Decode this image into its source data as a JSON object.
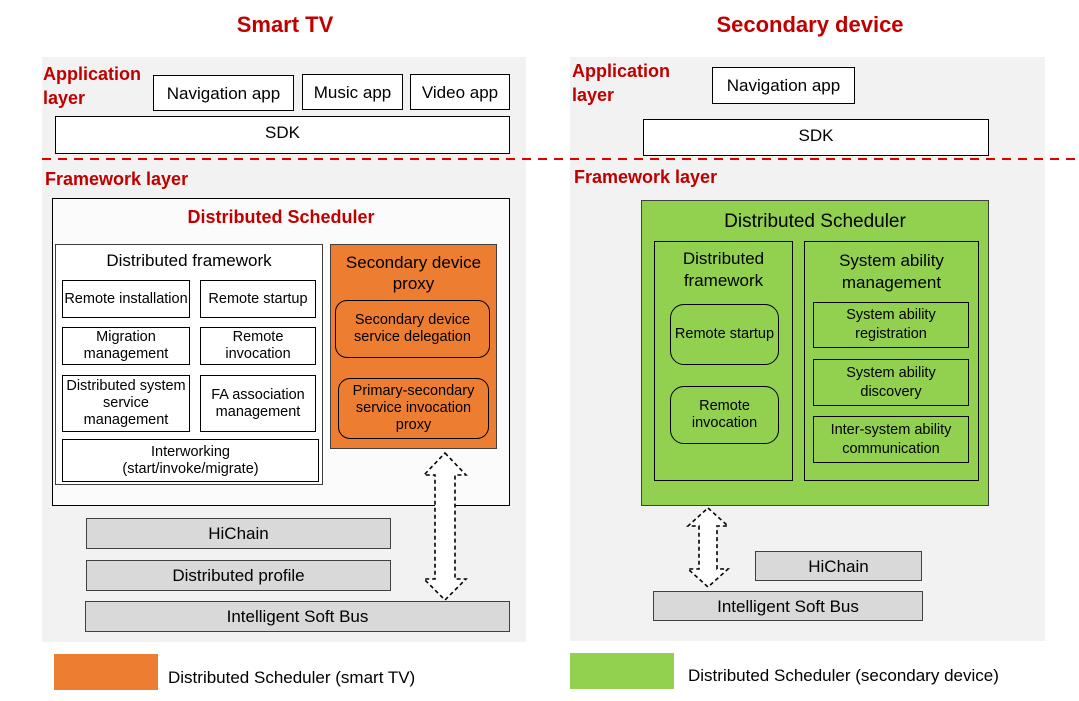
{
  "smart_tv": {
    "title": "Smart TV",
    "app_layer_label": "Application layer",
    "apps": [
      "Navigation app",
      "Music app",
      "Video app"
    ],
    "sdk": "SDK",
    "framework_label": "Framework layer",
    "scheduler_title": "Distributed Scheduler",
    "framework": {
      "title": "Distributed framework",
      "items": [
        "Remote installation",
        "Remote startup",
        "Migration management",
        "Remote invocation",
        "Distributed system service management",
        "FA association management"
      ],
      "interworking": "Interworking (start/invoke/migrate)"
    },
    "proxy": {
      "title": "Secondary device proxy",
      "items": [
        "Secondary device service delegation",
        "Primary-secondary service invocation proxy"
      ]
    },
    "bottom": [
      "HiChain",
      "Distributed profile",
      "Intelligent Soft Bus"
    ]
  },
  "secondary": {
    "title": "Secondary device",
    "app_layer_label": "Application layer",
    "apps": [
      "Navigation app"
    ],
    "sdk": "SDK",
    "framework_label": "Framework layer",
    "scheduler_title": "Distributed Scheduler",
    "framework": {
      "title": "Distributed framework",
      "items": [
        "Remote startup",
        "Remote invocation"
      ]
    },
    "sam": {
      "title": "System ability management",
      "items": [
        "System ability registration",
        "System ability discovery",
        "Inter-system ability communication"
      ]
    },
    "bottom": [
      "HiChain",
      "Intelligent Soft Bus"
    ]
  },
  "legend": [
    {
      "label": "Distributed Scheduler (smart TV)",
      "color": "#ed7d31"
    },
    {
      "label": "Distributed Scheduler (secondary device)",
      "color": "#92d050"
    }
  ]
}
